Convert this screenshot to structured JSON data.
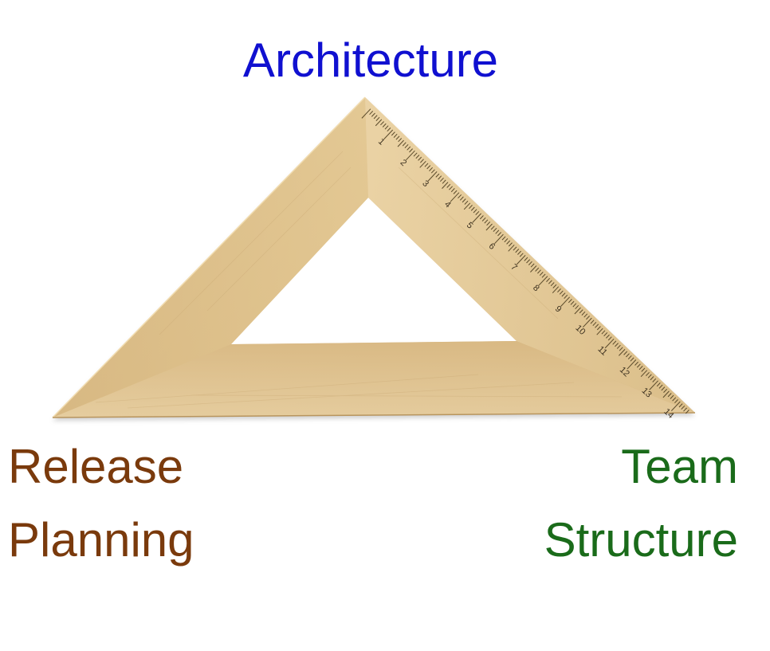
{
  "labels": {
    "top": {
      "text": "Architecture",
      "color": "#1010d0"
    },
    "left": {
      "lines": [
        "Release",
        "Planning"
      ],
      "color": "#7a3a0c"
    },
    "right": {
      "lines": [
        "Team",
        "Structure"
      ],
      "color": "#1a6b1a"
    }
  },
  "ruler": {
    "tick_numbers": [
      "1",
      "2",
      "3",
      "4",
      "5",
      "6",
      "7",
      "8",
      "9",
      "10",
      "11",
      "12",
      "13",
      "14"
    ],
    "wood_color": "#e2c796",
    "wood_dark": "#c9a86f",
    "scale_color": "#5a4a2a"
  }
}
